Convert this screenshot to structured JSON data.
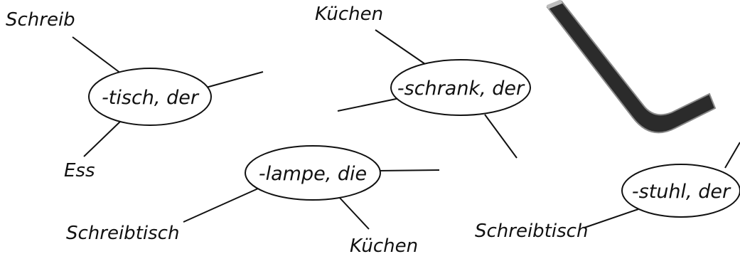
{
  "diagram": {
    "clusters": [
      {
        "center": "-tisch, der",
        "labels": [
          "Schreib",
          "Ess"
        ]
      },
      {
        "center": "-schrank, der",
        "labels": [
          "Küchen"
        ]
      },
      {
        "center": "-lampe, die",
        "labels": [
          "Schreibtisch",
          "Küchen"
        ]
      },
      {
        "center": "-stuhl, der",
        "labels": [
          "Schreibtisch"
        ]
      }
    ],
    "decoration": {
      "icon": "allen-key-icon",
      "colors": {
        "metal": "#2b2b2b",
        "highlight": "#8a8a8a"
      }
    }
  }
}
